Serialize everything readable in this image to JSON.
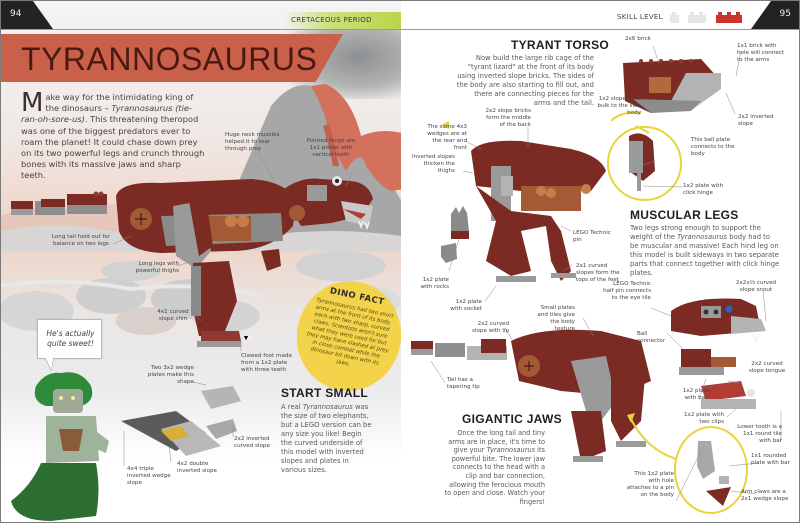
{
  "left_page": {
    "page_number": "94",
    "section_tab": "CRETACEOUS PERIOD",
    "title": "TYRANNOSAURUS",
    "intro": {
      "dropcap": "M",
      "text_1": "ake way for the intimidating king of the dinosaurs – ",
      "species_italic": "Tyrannosaurus",
      "pronunciation_italic": " (tie-ran-oh-sore-us)",
      "text_2": ". This threatening theropod was one of the biggest predators ever to roam the planet! It could chase down prey on its two powerful legs and crunch through bones with its massive jaws and sharp teeth."
    },
    "annotations": {
      "neck": "Huge neck muscles helped it to tear through prey",
      "fangs": "Pointed fangs are 1x1 plates with vertical teeth",
      "tail": "Long tail held out for balance on two legs",
      "legs": "Long legs with powerful thighs",
      "shin": "4x1 curved slope shin",
      "foot": "Clawed foot made from a 1x2 plate with three teeth",
      "wedge_plates": "Two 3x2 wedge plates make this shape",
      "inverted_curved": "2x2 inverted curved slope",
      "triple_wedge": "4x4 triple inverted wedge slope",
      "double_inverted": "4x2 double inverted slope"
    },
    "dino_fact": {
      "title": "DINO FACT",
      "body": "Tyrannosaurus had two short arms at the front of its body, each with two sharp, curved claws. Scientists aren't sure what they were used for but they may have slashed at prey in close combat while the dinosaur bit down with its jaws."
    },
    "speech_bubble": "He's actually quite sweet!",
    "start_small": {
      "heading": "START SMALL",
      "text_1": "A real ",
      "species_italic": "Tyrannosaurus",
      "text_2": " was the size of two elephants, but a LEGO version can be any size you like! Begin the curved underside of this model with inverted slopes and plates in various sizes."
    }
  },
  "right_page": {
    "page_number": "95",
    "skill_level_label": "SKILL LEVEL",
    "skill_level": {
      "filled": 1,
      "total": 3,
      "filled_color": "#c8352b",
      "empty_color": "#e6e6e6"
    },
    "tyrant_torso": {
      "heading": "TYRANT TORSO",
      "body": "Now build the large rib cage of the \"tyrant lizard\" at the front of its body using inverted slope bricks. The sides of the body are also starting to fill out, and there are connecting pieces for the arms and the tail."
    },
    "muscular_legs": {
      "heading": "MUSCULAR LEGS",
      "text_1": "Two legs strong enough to support the weight of the ",
      "species_italic": "Tyrannosaurus",
      "text_2": " body had to be muscular and massive! Each hind leg on this model is built sideways in two separate parts that connect together with click hinge plates."
    },
    "gigantic_jaws": {
      "heading": "GIGANTIC JAWS",
      "text_1": "Once the long tail and tiny arms are in place, it's time to give your ",
      "species_italic": "Tyrannosaurus",
      "text_2": " its powerful bite. The lower jaw connects to the head with a clip and bar connection, allowing the ferocious mouth to open and close. Watch your fingers!"
    },
    "annotations": {
      "brick_2x6": "2x6 brick",
      "brick_1x1_hole": "1x1 brick with hole will connect to the arms",
      "slope_1x2": "1x2 slope adds bulk to the side body",
      "inverted_2x2": "2x2 inverted slope",
      "ball_plate": "This ball plate connects to the body",
      "click_hinge": "1x2 plate with click hinge",
      "slope_bricks_2x2": "2x2 slope bricks form the middle of the back",
      "same_wedges": "The same 4x3 wedges are at the rear and front",
      "inverted_thighs": "Inverted slopes thicken the thighs",
      "technic_pin": "LEGO Technic pin",
      "curved_feet": "2x1 curved slopes form the tops of the feet",
      "plate_rocks": "1x2 plate with rocks",
      "plate_socket": "1x2 plate with socket",
      "small_plates": "Small plates and tiles give the body texture",
      "curved_lip": "2x2 curved slope with lip",
      "tail_tip": "Tail has a tapering tip",
      "half_pin": "LEGO Technic half pin connects to the eye tile",
      "snout": "2x2x⅔ curved slope snout",
      "ball_connector": "Ball connector",
      "tongue": "2x2 curved slope tongue",
      "plate_bar": "1x2 plate with bar",
      "two_clips": "1x2 plate with two clips",
      "lower_tooth": "Lower tooth is a 1x1 round tile with bar",
      "rounded_plate": "1x1 rounded plate with bar",
      "plate_hole": "This 1x2 plate with hole attaches to a pin on the body",
      "arm_claws": "Arm claws are a 2x1 wedge slope"
    }
  },
  "colors": {
    "title_banner": "#c8604a",
    "title_text": "#4a1a12",
    "period_tab": "#b7d44a",
    "dino_fact_bg": "#f3d34a",
    "yellow_ring": "#e8d43a",
    "page_tab_dark": "#232323",
    "lego_dark_red": "#7b2a24",
    "lego_medium_red": "#8e3a32",
    "lego_tan": "#b26a3c",
    "lego_grey": "#9a9a9a",
    "lego_light_grey": "#c4c4c4",
    "medusa_green": "#2f6b34"
  }
}
